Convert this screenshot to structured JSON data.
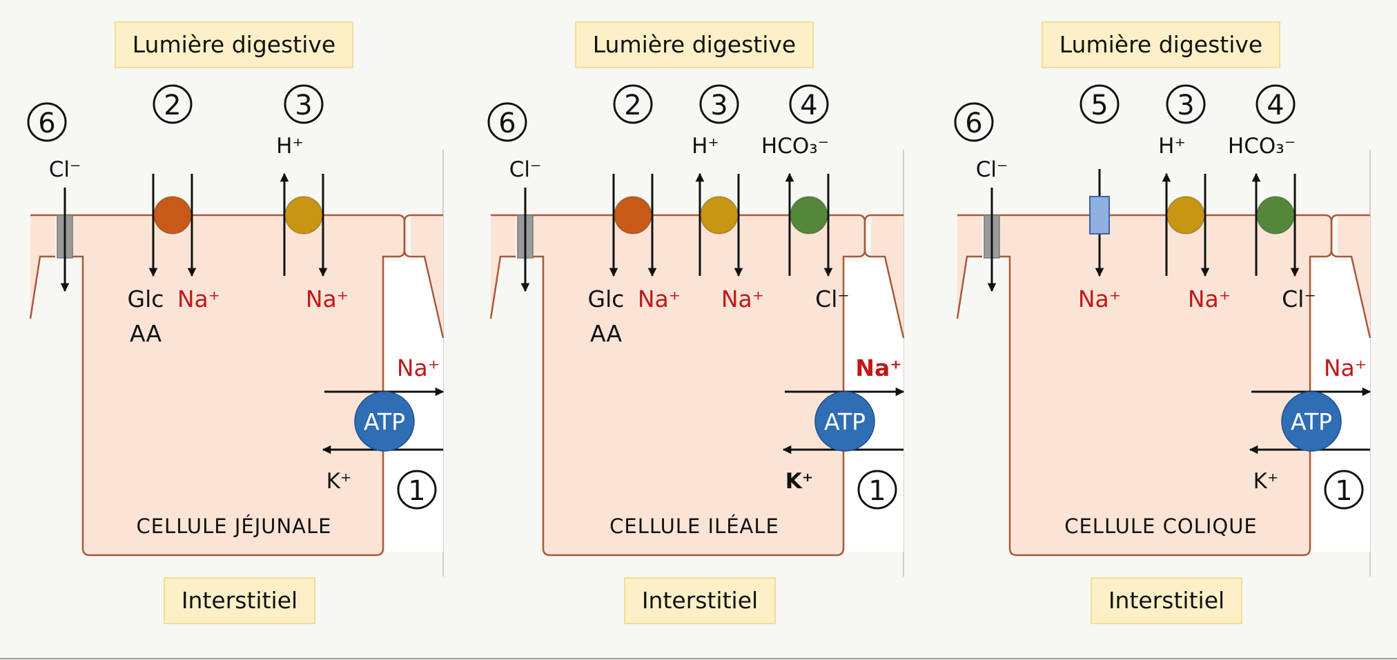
{
  "colors": {
    "background": "#f7f7f3",
    "cell_fill": "#fbe4d6",
    "cell_border": "#a65a3a",
    "label_box_fill": "#fdf0c6",
    "label_box_border": "#f1dc9c",
    "red_text": "#c01818",
    "atp_fill": "#2f6db5",
    "orange_transporter": "#c85a18",
    "mustard_transporter": "#c89612",
    "green_transporter": "#54873a",
    "blue_channel": "#8fb1e0",
    "grey_channel": "#9a9a9a"
  },
  "panels": [
    {
      "id": "jejunal",
      "lumen_label": "Lumière digestive",
      "interstitium_label": "Interstitiel",
      "cell_label": "CELLULE JÉJUNALE",
      "pump": {
        "number": "1",
        "atp": "ATP",
        "na": "Na⁺",
        "k": "K⁺",
        "bold": false
      },
      "chloride_channel": {
        "number": "6",
        "ion": "Cl⁻"
      },
      "transporters": [
        {
          "kind": "sglt",
          "number": "2",
          "shape": "circle",
          "color": "orange",
          "arrows": [
            "down",
            "down"
          ],
          "bottom_labels": [
            {
              "text": "Glc",
              "color": "black"
            },
            {
              "text": "AA",
              "color": "black"
            },
            {
              "text": "Na⁺",
              "color": "red"
            }
          ]
        },
        {
          "kind": "nhe",
          "number": "3",
          "shape": "circle",
          "color": "mustard",
          "arrows": [
            "up",
            "down"
          ],
          "top_label": "H⁺",
          "bottom_labels": [
            {
              "text": "Na⁺",
              "color": "red"
            }
          ]
        }
      ]
    },
    {
      "id": "ileal",
      "lumen_label": "Lumière digestive",
      "interstitium_label": "Interstitiel",
      "cell_label": "CELLULE ILÉALE",
      "pump": {
        "number": "1",
        "atp": "ATP",
        "na": "Na⁺",
        "k": "K⁺",
        "bold": true
      },
      "chloride_channel": {
        "number": "6",
        "ion": "Cl⁻"
      },
      "transporters": [
        {
          "kind": "sglt",
          "number": "2",
          "shape": "circle",
          "color": "orange",
          "arrows": [
            "down",
            "down"
          ],
          "bottom_labels": [
            {
              "text": "Glc",
              "color": "black"
            },
            {
              "text": "AA",
              "color": "black"
            },
            {
              "text": "Na⁺",
              "color": "red"
            }
          ]
        },
        {
          "kind": "nhe",
          "number": "3",
          "shape": "circle",
          "color": "mustard",
          "arrows": [
            "up",
            "down"
          ],
          "top_label": "H⁺",
          "bottom_labels": [
            {
              "text": "Na⁺",
              "color": "red"
            }
          ]
        },
        {
          "kind": "ae",
          "number": "4",
          "shape": "circle",
          "color": "green",
          "arrows": [
            "up",
            "down"
          ],
          "top_label": "HCO₃⁻",
          "bottom_labels": [
            {
              "text": "Cl⁻",
              "color": "black"
            }
          ]
        }
      ]
    },
    {
      "id": "colonic",
      "lumen_label": "Lumière digestive",
      "interstitium_label": "Interstitiel",
      "cell_label": "CELLULE COLIQUE",
      "pump": {
        "number": "1",
        "atp": "ATP",
        "na": "Na⁺",
        "k": "K⁺",
        "bold": false
      },
      "chloride_channel": {
        "number": "6",
        "ion": "Cl⁻"
      },
      "transporters": [
        {
          "kind": "enac",
          "number": "5",
          "shape": "rect",
          "color": "blue",
          "arrows": [
            "down"
          ],
          "bottom_labels": [
            {
              "text": "Na⁺",
              "color": "red"
            }
          ]
        },
        {
          "kind": "nhe",
          "number": "3",
          "shape": "circle",
          "color": "mustard",
          "arrows": [
            "up",
            "down"
          ],
          "top_label": "H⁺",
          "bottom_labels": [
            {
              "text": "Na⁺",
              "color": "red"
            }
          ]
        },
        {
          "kind": "ae",
          "number": "4",
          "shape": "circle",
          "color": "green",
          "arrows": [
            "up",
            "down"
          ],
          "top_label": "HCO₃⁻",
          "bottom_labels": [
            {
              "text": "Cl⁻",
              "color": "black"
            }
          ]
        }
      ]
    }
  ]
}
